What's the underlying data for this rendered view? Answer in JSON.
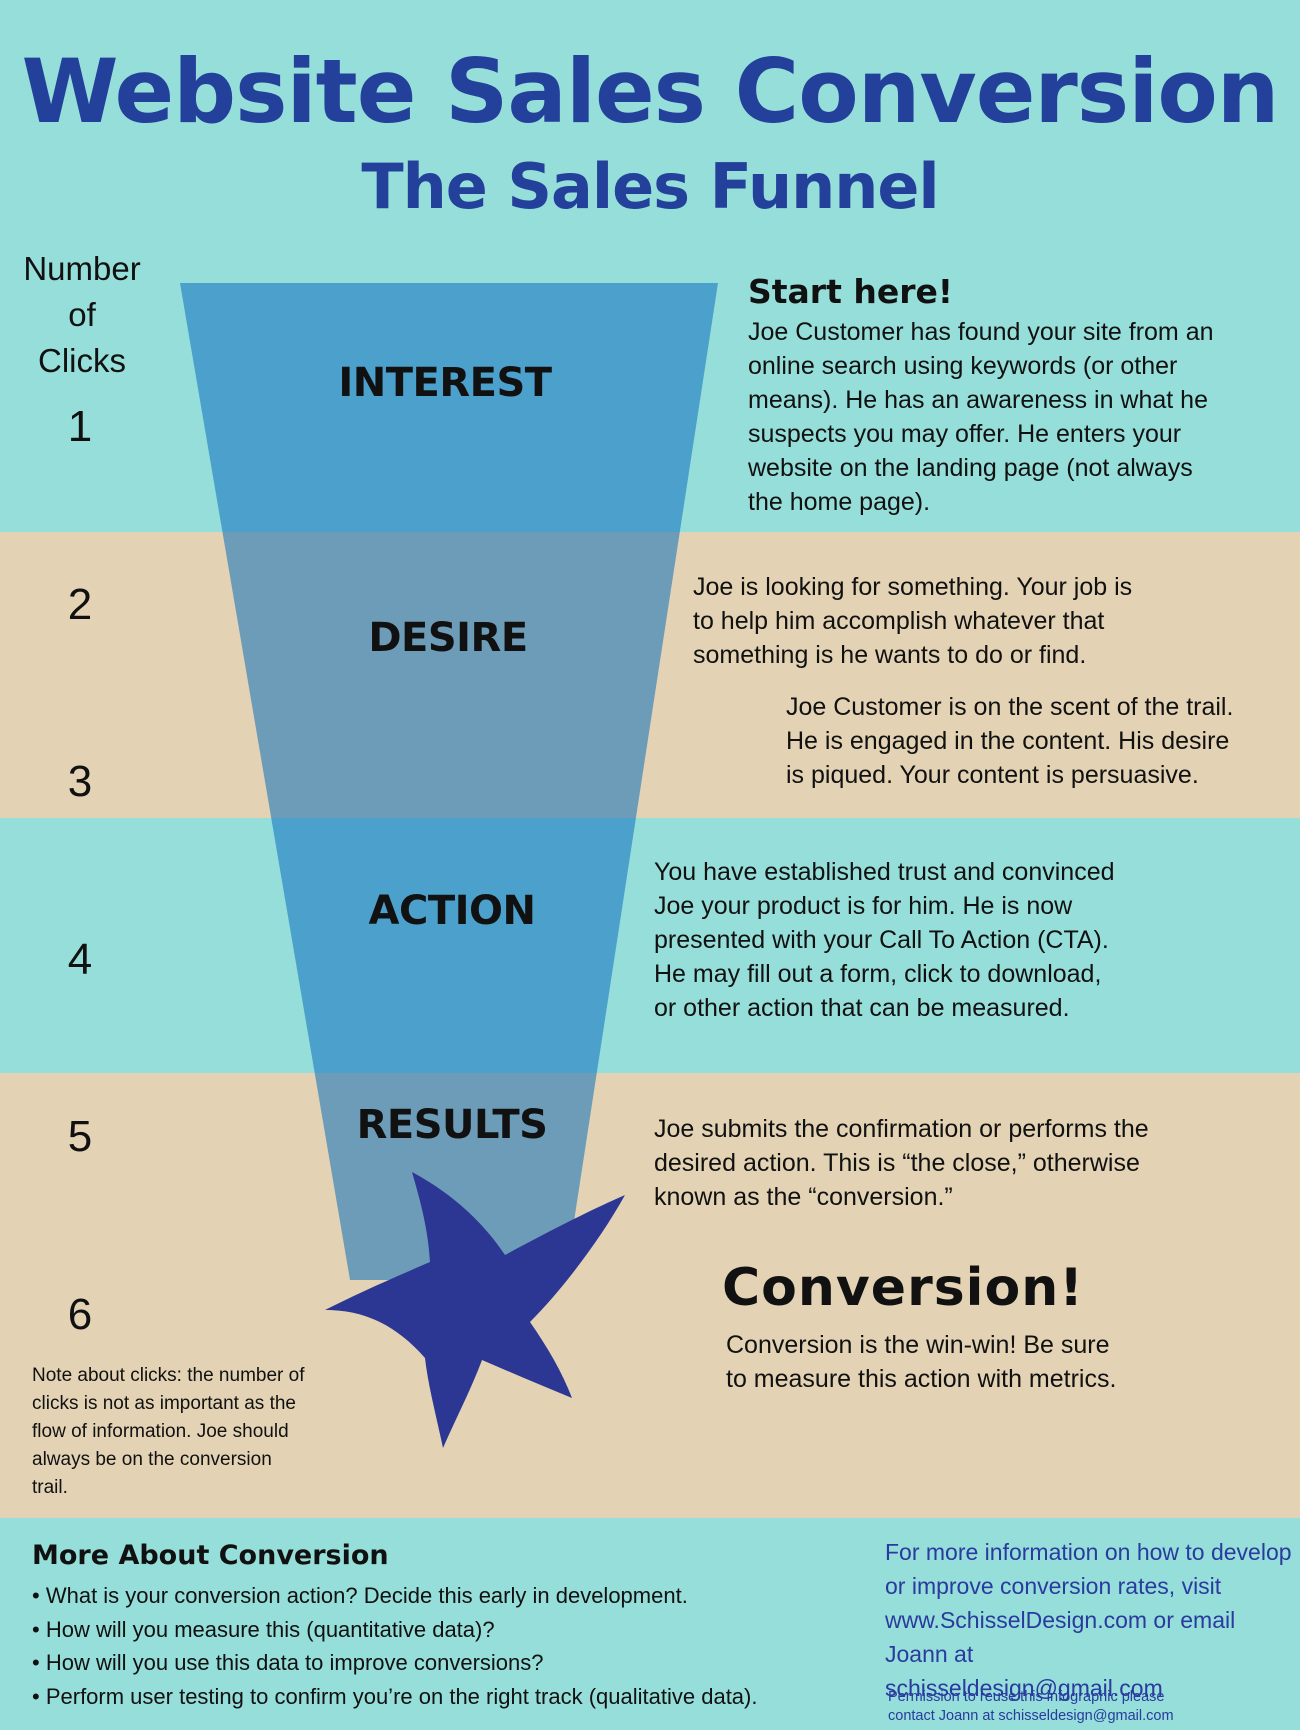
{
  "title": "Website Sales Conversion",
  "subtitle": "The Sales Funnel",
  "clicks_heading": [
    "Number",
    "of Clicks"
  ],
  "click_numbers": [
    "1",
    "2",
    "3",
    "4",
    "5",
    "6"
  ],
  "stages": [
    "INTEREST",
    "DESIRE",
    "ACTION",
    "RESULTS"
  ],
  "start": {
    "heading": "Start here!",
    "lines": [
      "Joe Customer has found your site from an",
      "online search using keywords (or other",
      "means). He has an awareness in what he",
      "suspects you may offer. He enters your",
      "website on the landing page (not always",
      "the home page)."
    ]
  },
  "desire_text_1": [
    "Joe is looking for something. Your job is",
    "to help him accomplish whatever that",
    "something is he wants to do or find."
  ],
  "desire_text_2": [
    "Joe Customer is on the scent of the trail.",
    "He is engaged in the content. His desire",
    "is piqued. Your content is persuasive."
  ],
  "action_text": [
    "You have established trust and convinced",
    "Joe your product is for him. He is now",
    "presented with your Call To Action (CTA).",
    "He may fill out a form, click to download,",
    "or other action that can be measured."
  ],
  "results_text": [
    "Joe submits the confirmation or performs the",
    "desired action. This is “the close,” otherwise",
    "known as the “conversion.”"
  ],
  "conversion": {
    "heading": "Conversion!",
    "lines": [
      "Conversion is the win-win! Be sure",
      "to measure this action with metrics."
    ]
  },
  "note_lines": [
    "Note about clicks: the number of",
    "clicks is not as important as the",
    "flow of information. Joe should",
    "always be on the conversion trail."
  ],
  "more": {
    "heading": "More About Conversion",
    "items": [
      "What is your conversion action? Decide this early in development.",
      "How will you measure this (quantitative data)?",
      "How will you use this data to improve conversions?",
      "Perform user testing to confirm you’re on the right track (qualitative data)."
    ]
  },
  "info_lines": [
    "For more information on how to develop",
    "or improve conversion rates, visit",
    "www.SchisselDesign.com or email Joann at",
    "schisseldesign@gmail.com"
  ],
  "permission_lines": [
    "Permission to reuse this infographic please",
    "contact Joann at schisseldesign@gmail.com"
  ],
  "colors": {
    "background_teal": "#95ded9",
    "band_tan": "#e3d3b4",
    "funnel_on_teal": "#4ba1cb",
    "funnel_on_tan": "#6d9cb9",
    "star": "#2c3693",
    "heading_blue": "#23409a",
    "link_blue": "#2a3a9e"
  },
  "icons": {
    "star": "star-icon"
  }
}
